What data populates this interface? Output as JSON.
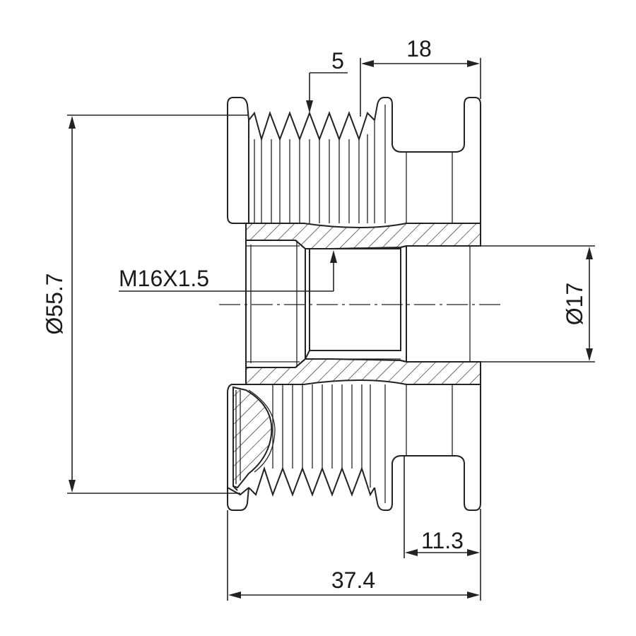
{
  "drawing": {
    "dimensions": {
      "outer_diameter": "Ø55.7",
      "bore_diameter": "Ø17",
      "thread": "M16X1.5",
      "groove_pitch": "5",
      "clutch_length": "18",
      "collar_length": "11.3",
      "total_length": "37.4"
    },
    "colors": {
      "line": "#222222",
      "background": "#ffffff"
    }
  }
}
